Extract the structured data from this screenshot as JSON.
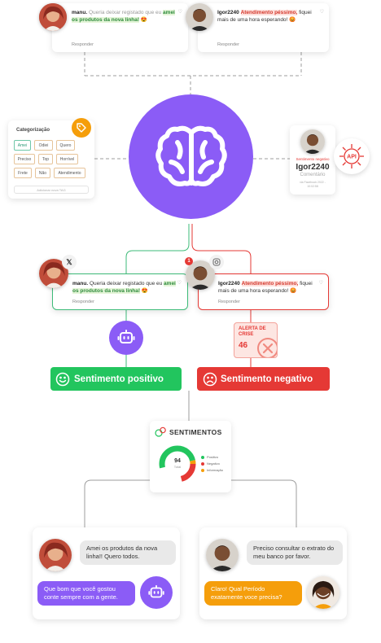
{
  "colors": {
    "purple": "#8b5cf6",
    "green": "#22c55e",
    "red": "#e53935",
    "orange": "#f59e0b",
    "gray_line": "#9e9e9e"
  },
  "top_left_comment": {
    "user": "manu.",
    "text_before": "Queria deixar registado que eu",
    "highlight": "amei os produtos da nova linha!",
    "emoji": "😍",
    "reply": "Responder"
  },
  "top_right_comment": {
    "user": "Igor2240",
    "highlight": "Atendimento péssimo,",
    "text_after": "fiquei mais de uma hora esperando!",
    "emoji": "😡",
    "reply": "Responder"
  },
  "categorization": {
    "title": "Categorização",
    "chips": [
      "Amei",
      "Odiei",
      "Quero",
      "Preciso",
      "Top",
      "Horrível",
      "Frete",
      "Não",
      "Atendimento"
    ],
    "add_placeholder": "Adicionar nova TAG"
  },
  "profile_card": {
    "label": "Sentimento negativo",
    "name": "Igor2240",
    "role": "Comentário",
    "meta": "via Facebook 2022 - 10:02:58"
  },
  "api_badge": "API",
  "mid_left_comment": {
    "user": "manu.",
    "text_before": "Queria deixar registado que eu",
    "highlight": "amei os produtos da nova linha!",
    "emoji": "😍",
    "reply": "Responder"
  },
  "mid_right_comment": {
    "notif": "1",
    "user": "Igor2240",
    "highlight": "Atendimento péssimo,",
    "text_after": "fiquei mais de uma hora esperando!",
    "emoji": "😡",
    "reply": "Responder"
  },
  "crisis": {
    "label": "ALERTA DE CRISE",
    "count": "46"
  },
  "sentiment_positive": "Sentimento positivo",
  "sentiment_negative": "Sentimento negativo",
  "sentiments_card": {
    "title": "SENTIMENTOS",
    "total": "94",
    "total_label": "Total",
    "legend": [
      {
        "label": "Positivo",
        "color": "#22c55e"
      },
      {
        "label": "Negativo",
        "color": "#e53935"
      },
      {
        "label": "Informação",
        "color": "#f59e0b"
      }
    ]
  },
  "chat_left": {
    "incoming": "Amei os produtos da nova linha!! Quero todos.",
    "outgoing": "Que bom que você gostou conte sempre com a gente."
  },
  "chat_right": {
    "incoming": "Preciso consultar o extrato do meu banco por favor.",
    "outgoing": "Claro! Qual Período exatamente voce precisa?"
  }
}
